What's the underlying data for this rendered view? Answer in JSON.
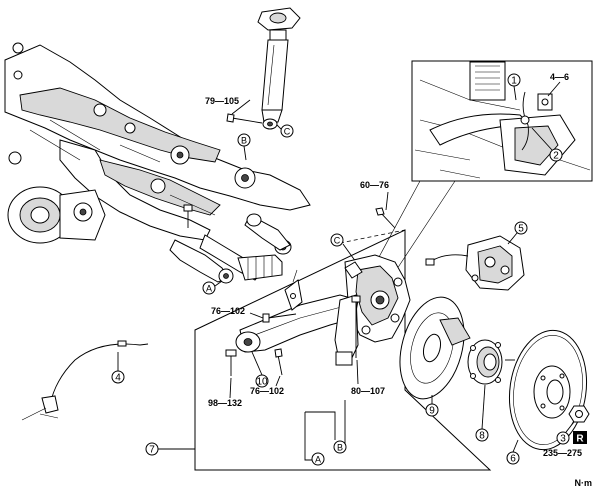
{
  "torque_labels": {
    "shock_lower": "79—105",
    "upper_arm_bolt": "60—76",
    "arm_bolt_front": "76—102",
    "arm_bolt_rear": "76—102",
    "lower_bolt": "98—132",
    "knuckle_bolt": "80—107",
    "hub_nut": "235—275",
    "sensor_bolt": "4—6"
  },
  "callouts": {
    "c1": "1",
    "c2": "2",
    "c3": "3",
    "c4": "4",
    "c5": "5",
    "c6": "6",
    "c7": "7",
    "c8": "8",
    "c9": "9",
    "c10": "10"
  },
  "letters": {
    "a1": "A",
    "a2": "A",
    "b1": "B",
    "b2": "B",
    "c_upper": "C",
    "c_lower": "C"
  },
  "badge_r": "R",
  "unit": "N·m",
  "icons": {
    "r_badge": "filled-square-r-marker"
  }
}
